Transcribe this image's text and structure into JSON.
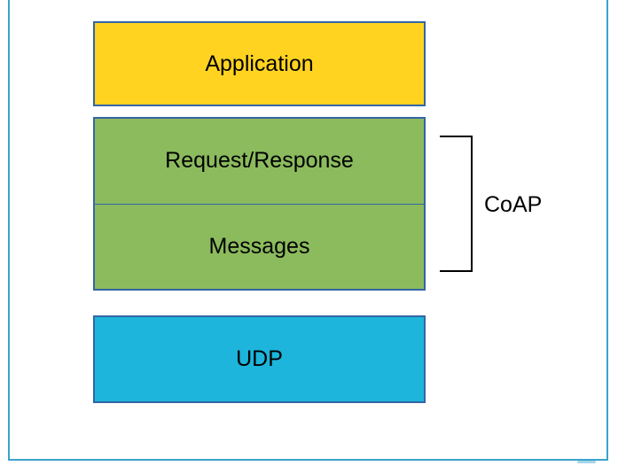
{
  "diagram": {
    "boxes": {
      "application": {
        "label": "Application",
        "fill": "#FFD320"
      },
      "request_response": {
        "label": "Request/Response",
        "fill": "#8CBB5E"
      },
      "messages": {
        "label": "Messages",
        "fill": "#8CBB5E"
      },
      "udp": {
        "label": "UDP",
        "fill": "#1DB5DB"
      }
    },
    "bracket": {
      "label": "CoAP",
      "color": "#000000"
    },
    "colors": {
      "box_border": "#3465A4",
      "page_frame": "#3AA3CD",
      "text": "#000000"
    }
  }
}
